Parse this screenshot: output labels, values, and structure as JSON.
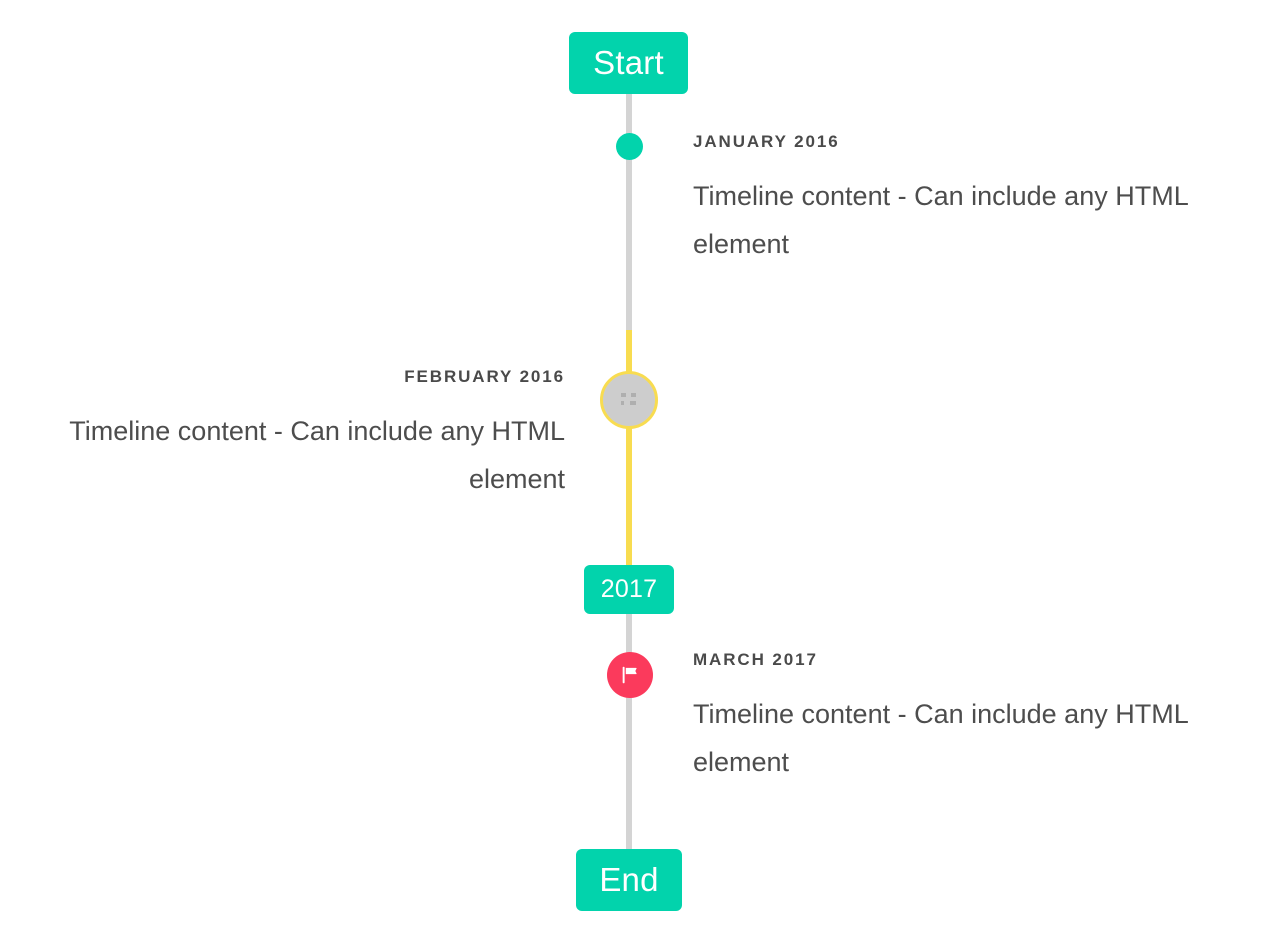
{
  "theme": {
    "accent_teal": "#02d3ac",
    "accent_yellow": "#f8dc50",
    "accent_pink": "#fb3a5c",
    "line_gray": "#d4d4d4",
    "marker_gray": "#cdcdcd",
    "text_gray": "#4d4d4d",
    "date_gray": "#4a4a4a"
  },
  "timeline": {
    "start_cap": {
      "label": "Start"
    },
    "year_cap": {
      "label": "2017"
    },
    "end_cap": {
      "label": "End"
    },
    "entries": [
      {
        "date": "JANUARY 2016",
        "body": "Timeline content - Can include any HTML element",
        "side": "right",
        "marker": "dot-marker-icon"
      },
      {
        "date": "FEBRUARY 2016",
        "body": "Timeline content - Can include any HTML element",
        "side": "left",
        "marker": "broken-image-icon"
      },
      {
        "date": "MARCH 2017",
        "body": "Timeline content - Can include any HTML element",
        "side": "right",
        "marker": "flag-icon"
      }
    ]
  }
}
